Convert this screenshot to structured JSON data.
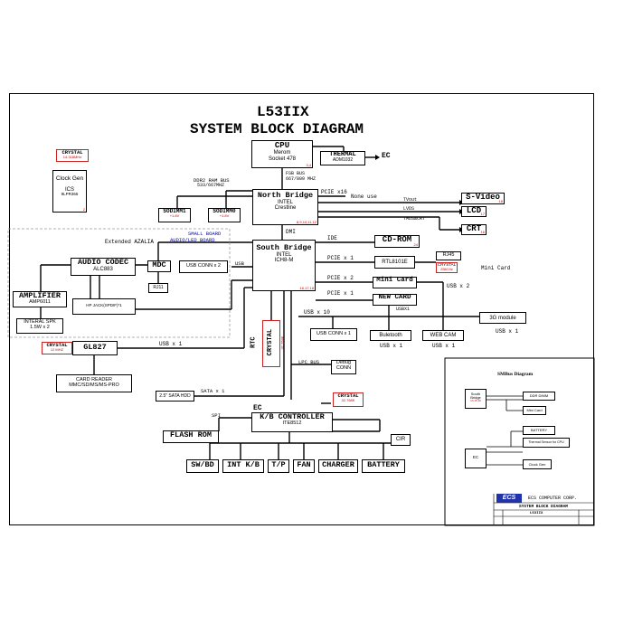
{
  "title": "L53IIX",
  "subtitle": "SYSTEM BLOCK DIAGRAM",
  "cpu": {
    "name": "CPU",
    "line1": "Merom",
    "line2": "Socket 478",
    "ref": "3,4"
  },
  "thermal": {
    "name": "THERMAL",
    "part": "ADM1032",
    "ref": "19"
  },
  "ec_top": "EC",
  "fsb": {
    "line1": "FSB BUS",
    "line2": "667/800 MHZ"
  },
  "northbridge": {
    "name": "North Bridge",
    "line1": "INTEL",
    "line2": "Crestline",
    "ref": "8,9,10,11,12"
  },
  "ddr": {
    "line1": "DDR2 RAM BUS",
    "line2": "533/667MHZ"
  },
  "sodimm1": {
    "name": "SODIMM1",
    "sub": "+1.8V"
  },
  "sodimm0": {
    "name": "SODIMM0",
    "sub": "+1.8V"
  },
  "pcie16": "PCIE x16",
  "none_use": "None use",
  "tvout": "TVout",
  "lvds": "LVDS",
  "tmds": "TMDS&CRT",
  "svideo": {
    "name": "S-Video",
    "ref": "18"
  },
  "lcd": {
    "name": "LCD",
    "ref": "17"
  },
  "crt": {
    "name": "CRT",
    "ref": "16"
  },
  "dmi": "DMI",
  "crystal_clk": {
    "name": "CRYSTAL",
    "freq": "14.318MHz"
  },
  "clockgen": {
    "line1": "Clock Gen",
    "line2": "ICS",
    "line3": "9LPR365",
    "ref": "2"
  },
  "small_board": {
    "line1": "SMALL BOARD",
    "line2": "AUDIO/LED BOARD"
  },
  "ext_azalia": "Extended AZALIA",
  "audio_codec": {
    "name": "AUDIO CODEC",
    "part": "ALC883"
  },
  "mdc": {
    "name": "MDC",
    "ref": "28"
  },
  "rj11": "RJ11",
  "usb_conn2": "USB CONN x 2",
  "usb_small": "USB",
  "amplifier": {
    "name": "AMPLIFIER",
    "part": "AMP6011"
  },
  "hp_jack": "HP JACK(SPDIF)*1",
  "intspk": {
    "line1": "INTERAL SPK",
    "line2": "1.5W x 2"
  },
  "southbridge": {
    "name": "South Bridge",
    "line1": "INTEL",
    "line2": "ICH8-M",
    "ref": "18,17,18"
  },
  "ide": "IDE",
  "cdrom": {
    "name": "CD-ROM",
    "ref": "24"
  },
  "pcie_x1_a": "PCIE x 1",
  "rtl": {
    "name": "RTL8101E",
    "ref": "22"
  },
  "rj45": {
    "name": "RJ45",
    "ref": "23"
  },
  "crystal_lan": {
    "name": "CRYSTAL",
    "freq": "25M Hz"
  },
  "mini_card_text": "Mini Card",
  "pcie_x2": "PCIE x 2",
  "minicard": {
    "name": "Mini Card",
    "ref": "23"
  },
  "usb_x2": "USB x 2",
  "pcie_x1_b": "PCIE x 1",
  "newcard": {
    "name": "NEW CARD",
    "ref": "30"
  },
  "usbx1_small": "USBX1",
  "usb_x10": "USB x 10",
  "usbconn1": {
    "name": "USB CONN x 1",
    "ref": "31"
  },
  "bluetooth": {
    "name": "Buletooth",
    "ref": "31"
  },
  "webcam": {
    "name": "WEB CAM",
    "ref": "30"
  },
  "usbx1_bt": "USB x 1",
  "usbx1_cam": "USB x 1",
  "g3module": {
    "name": "3G module",
    "ref": "31"
  },
  "usbx1_3g": "USB x 1",
  "crystal_card": {
    "name": "CRYSTAL",
    "freq": "12 MHZ"
  },
  "gl827": {
    "name": "GL827",
    "ref": "26"
  },
  "usbx1_gl": "USB x 1",
  "cardreader": {
    "line1": "CARD READER",
    "line2": "MMC/SD/MS/MS-PRO"
  },
  "rtc": {
    "line1": "RTC",
    "line2": "CRYSTAL",
    "freq": "32.768K"
  },
  "lpc": "LPC BUS",
  "debug": {
    "line1": "Debug",
    "line2": "CONN",
    "ref": "31"
  },
  "sata_hdd": {
    "name": "2.5\" SATA HDD",
    "ref": "24"
  },
  "sata": "SATA x 1",
  "spi": "SPI",
  "crystal_ec": {
    "name": "CRYSTAL",
    "freq": "32.768K"
  },
  "kbc": {
    "prefix": "EC",
    "name": "K/B CONTROLLER",
    "part": "ITE8512",
    "ref": "27"
  },
  "flashrom": {
    "name": "FLASH ROM",
    "ref": "27"
  },
  "cir": {
    "name": "CIR",
    "ref": "29"
  },
  "swbd": {
    "name": "SW/BD",
    "ref": "29"
  },
  "intkb": {
    "name": "INT K/B",
    "ref": "27"
  },
  "tp": {
    "name": "T/P",
    "ref": "28"
  },
  "fan": {
    "name": "FAN",
    "ref": "28"
  },
  "charger": {
    "name": "CHARGER",
    "ref": "33"
  },
  "battery": {
    "name": "BATTERY",
    "ref": "33"
  },
  "smbus": {
    "title": "SMBus Diagram",
    "sb_line1": "South",
    "sb_line2": "Bridge",
    "sb_ref": "14,15,16",
    "ddr_dimm": "DDR DIMM",
    "minicard": "Mini Card",
    "battery": "BATTERY",
    "thermal": "Thermal Sensor for CPU",
    "clockgen": "Clock Gen",
    "ec": "EC"
  },
  "titleblock": {
    "company": "ECS COMPUTER CORP.",
    "doc": "SYSTEM BLOCK DIAGRAM",
    "model": "L53IIX",
    "logo": "ECS"
  },
  "colors": {
    "line": "#000000",
    "accent_red": "#cc0000",
    "blue": "#0000aa"
  }
}
